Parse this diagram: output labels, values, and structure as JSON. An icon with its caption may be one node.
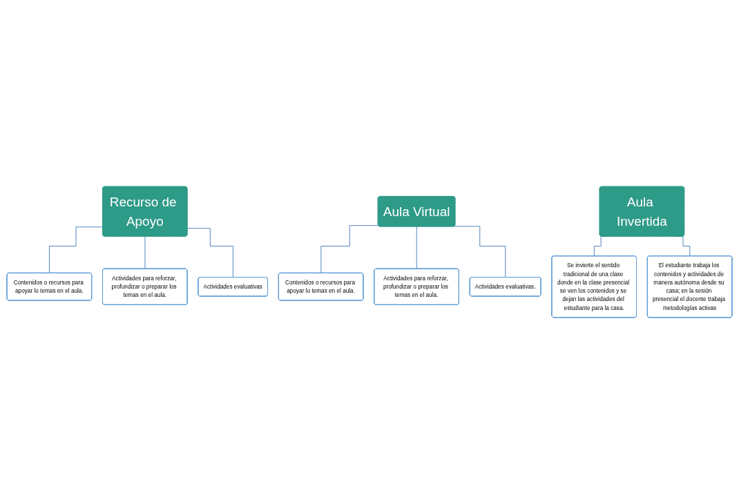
{
  "diagram": {
    "nodes": [
      {
        "text": [
          "Recurso de Apoyo"
        ]
      },
      {
        "text": [
          "Contenidos o recursos para apoyar lo temas en el aula."
        ]
      },
      {
        "text": [
          "Actividades para reforzar, profundizar o preparar los temas en el aula."
        ]
      },
      {
        "text": [
          "Actividades evaluativas"
        ]
      },
      {
        "text": [
          "Aula Virtual"
        ]
      },
      {
        "text": [
          "Contenidos o recursos para apoyar lo temas en el aula."
        ]
      },
      {
        "text": [
          "Actividades para reforzar, profundizar o preparar los temas en el aula."
        ]
      },
      {
        "text": [
          "Actividades evaluativas."
        ]
      },
      {
        "text": [
          "Aula Invertida"
        ]
      },
      {
        "text": [
          "Se invierte el sentido tradicional de una clase donde en la clase presencial se ven los contenidos y se dejan las actividades del estudiante para la casa."
        ]
      },
      {
        "text": [
          "El estudiante trabaja los contenidos y actividades de manera autónoma desde su casa; en la sesión presencial el docente trabaja metodologías activas"
        ]
      }
    ],
    "edges": [
      {
        "from": 0,
        "to": 1,
        "arrow": "none"
      },
      {
        "from": 0,
        "to": 2,
        "arrow": "none"
      },
      {
        "from": 0,
        "to": 3,
        "arrow": "none"
      },
      {
        "from": 4,
        "to": 5,
        "arrow": "none"
      },
      {
        "from": 4,
        "to": 6,
        "arrow": "none"
      },
      {
        "from": 4,
        "to": 7,
        "arrow": "none"
      },
      {
        "from": 8,
        "to": 9,
        "arrow": "none"
      },
      {
        "from": 8,
        "to": 10,
        "arrow": "none"
      }
    ]
  }
}
